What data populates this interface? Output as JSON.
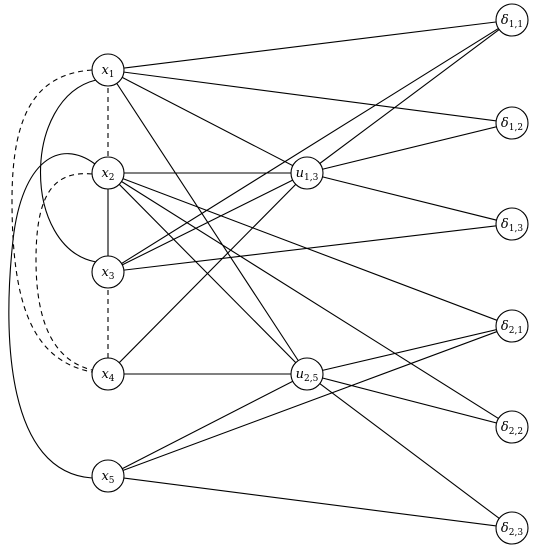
{
  "diagram": {
    "nodes": [
      {
        "id": "x1",
        "base": "x",
        "sub": "1"
      },
      {
        "id": "x2",
        "base": "x",
        "sub": "2"
      },
      {
        "id": "x3",
        "base": "x",
        "sub": "3"
      },
      {
        "id": "x4",
        "base": "x",
        "sub": "4"
      },
      {
        "id": "x5",
        "base": "x",
        "sub": "5"
      },
      {
        "id": "u13",
        "base": "u",
        "sub": "1,3"
      },
      {
        "id": "u25",
        "base": "u",
        "sub": "2,5"
      },
      {
        "id": "d11",
        "base": "δ",
        "sub": "1,1"
      },
      {
        "id": "d12",
        "base": "δ",
        "sub": "1,2"
      },
      {
        "id": "d13",
        "base": "δ",
        "sub": "1,3"
      },
      {
        "id": "d21",
        "base": "δ",
        "sub": "2,1"
      },
      {
        "id": "d22",
        "base": "δ",
        "sub": "2,2"
      },
      {
        "id": "d23",
        "base": "δ",
        "sub": "2,3"
      }
    ],
    "straight_edges": [
      [
        "x1",
        "d11"
      ],
      [
        "x1",
        "d12"
      ],
      [
        "x1",
        "u13"
      ],
      [
        "x1",
        "u25"
      ],
      [
        "x2",
        "u13"
      ],
      [
        "x2",
        "u25"
      ],
      [
        "x2",
        "d21"
      ],
      [
        "x2",
        "d22"
      ],
      [
        "x2",
        "x3"
      ],
      [
        "x3",
        "d11"
      ],
      [
        "x3",
        "d13"
      ],
      [
        "x3",
        "u13"
      ],
      [
        "x4",
        "u13"
      ],
      [
        "x4",
        "u25"
      ],
      [
        "x5",
        "d21"
      ],
      [
        "x5",
        "d23"
      ],
      [
        "x5",
        "u25"
      ],
      [
        "u13",
        "d11"
      ],
      [
        "u13",
        "d12"
      ],
      [
        "u13",
        "d13"
      ],
      [
        "u25",
        "d21"
      ],
      [
        "u25",
        "d22"
      ],
      [
        "u25",
        "d23"
      ]
    ],
    "dashed_edges": [
      [
        "x1",
        "x2"
      ],
      [
        "x3",
        "x4"
      ]
    ],
    "curved_edges": [
      {
        "from": "x1",
        "to": "x3",
        "style": "solid"
      },
      {
        "from": "x2",
        "to": "x5",
        "style": "solid"
      },
      {
        "from": "x1",
        "to": "x4",
        "style": "dashed"
      },
      {
        "from": "x2",
        "to": "x4",
        "style": "dashed"
      }
    ]
  }
}
